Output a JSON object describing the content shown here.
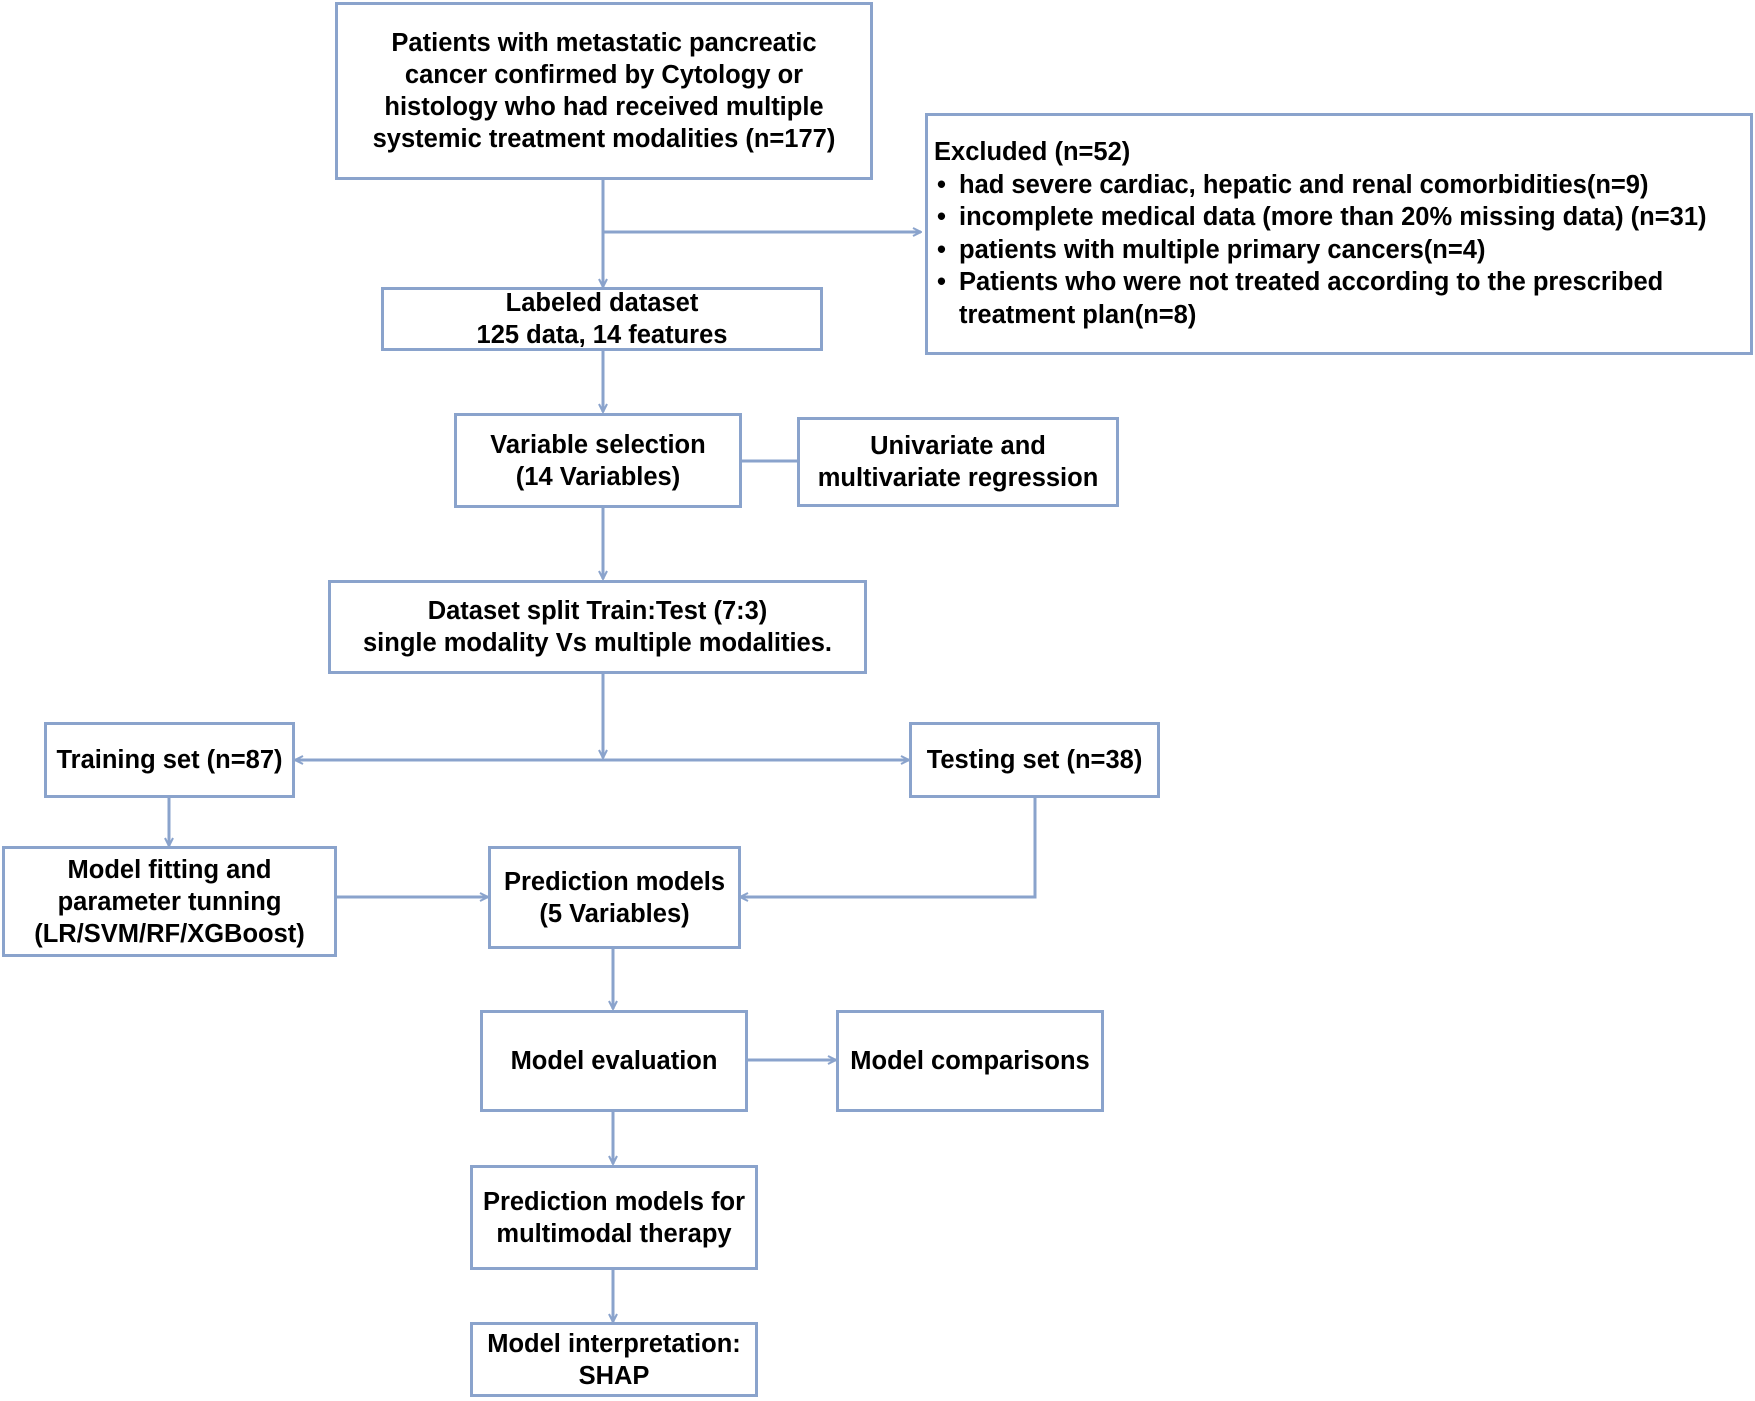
{
  "start": {
    "lines": [
      "Patients with metastatic pancreatic",
      "cancer confirmed by Cytology or",
      "histology who had received multiple",
      "systemic treatment modalities (n=177)"
    ]
  },
  "excluded": {
    "title": "Excluded (n=52)",
    "items": [
      {
        "lines": [
          "had severe cardiac, hepatic and renal comorbidities(n=9)"
        ]
      },
      {
        "lines": [
          "incomplete medical data (more than 20% missing data) (n=31)"
        ]
      },
      {
        "lines": [
          "patients with multiple primary cancers(n=4)"
        ]
      },
      {
        "lines": [
          "Patients who were not treated according to the prescribed",
          "treatment plan(n=8)"
        ]
      }
    ]
  },
  "labeled": {
    "lines": [
      "Labeled dataset",
      "125 data, 14 features"
    ]
  },
  "variable_selection": {
    "lines": [
      "Variable selection",
      "(14 Variables)"
    ]
  },
  "regression": {
    "lines": [
      "Univariate  and",
      "multivariate regression"
    ]
  },
  "split": {
    "lines": [
      "Dataset split Train:Test (7:3)",
      "single modality Vs multiple modalities."
    ]
  },
  "training": {
    "lines": [
      "Training set (n=87)"
    ]
  },
  "testing": {
    "lines": [
      "Testing set (n=38)"
    ]
  },
  "fitting": {
    "lines": [
      "Model fitting and",
      "parameter tunning",
      "(LR/SVM/RF/XGBoost)"
    ]
  },
  "prediction": {
    "lines": [
      "Prediction models",
      "(5 Variables)"
    ]
  },
  "evaluation": {
    "lines": [
      "Model evaluation"
    ]
  },
  "comparisons": {
    "lines": [
      "Model comparisons"
    ]
  },
  "multimodal": {
    "lines": [
      "Prediction models for",
      "multimodal therapy"
    ]
  },
  "interpretation": {
    "lines": [
      "Model interpretation:",
      "SHAP"
    ]
  },
  "colors": {
    "border": "#8aa3cc",
    "text": "#000000",
    "background": "#ffffff"
  }
}
